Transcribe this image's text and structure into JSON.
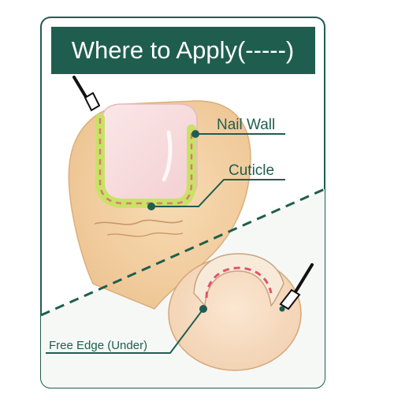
{
  "title": "Where to Apply(-----)",
  "labels": {
    "nail_wall": "Nail Wall",
    "cuticle": "Cuticle",
    "free_edge": "Free Edge (Under)"
  },
  "colors": {
    "frame": "#1f5e4f",
    "title_bg": "#1f5e4f",
    "title_text": "#ffffff",
    "skin": "#f3cfa1",
    "skin_shadow": "#e2b27c",
    "nail": "#f8dde0",
    "apply_green": "#c9e265",
    "apply_dash": "#d97a75",
    "under_apply": "#e0536a",
    "leader": "#1f5e4f"
  },
  "icons": [
    "brush-icon",
    "brush-icon"
  ]
}
